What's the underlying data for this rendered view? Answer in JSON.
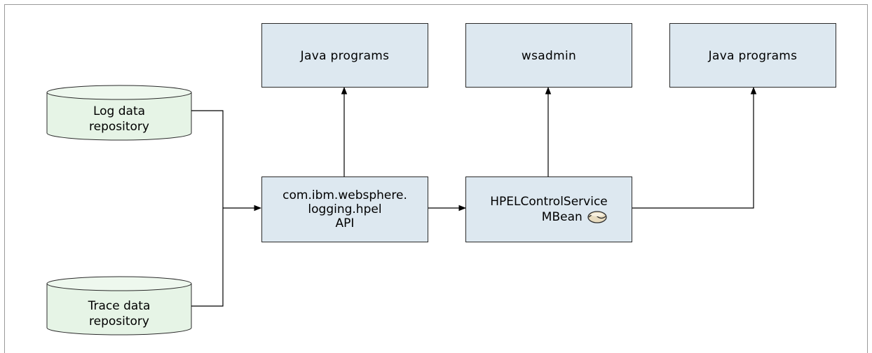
{
  "sources": {
    "log": {
      "line1": "Log data",
      "line2": "repository"
    },
    "trace": {
      "line1": "Trace data",
      "line2": "repository"
    }
  },
  "api": {
    "line1": "com.ibm.websphere.",
    "line2": "logging.hpel",
    "line3": "API"
  },
  "mbean": {
    "line1": "HPELControlService",
    "line2": "MBean"
  },
  "consumers": {
    "java_programs_1": "Java programs",
    "wsadmin": "wsadmin",
    "java_programs_2": "Java programs"
  },
  "colors": {
    "box_fill": "#dde8f0",
    "cylinder_fill": "#e6f4e6",
    "stroke": "#000000"
  }
}
